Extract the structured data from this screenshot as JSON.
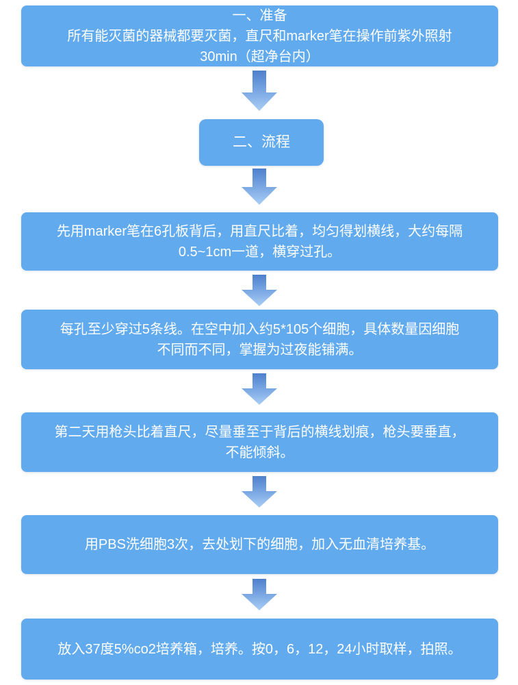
{
  "colors": {
    "box_fill": "#62aaee",
    "text": "#ffffff",
    "arrow_top": "#4d80cc",
    "arrow_mid": "#78a5e2",
    "arrow_bottom": "#a9cef5"
  },
  "flowchart": {
    "steps": [
      {
        "id": "preparation",
        "lines": [
          "一、准备",
          "所有能灭菌的器械都要灭菌，直尺和marker笔在操作前紫外照射",
          "30min（超净台内）"
        ]
      },
      {
        "id": "process",
        "lines": [
          "二、流程"
        ]
      },
      {
        "id": "draw-lines",
        "lines": [
          "先用marker笔在6孔板背后，用直尺比着，均匀得划横线，大约每隔",
          "0.5~1cm一道，横穿过孔。"
        ]
      },
      {
        "id": "seed-cells",
        "lines": [
          "每孔至少穿过5条线。在空中加入约5*105个细胞，具体数量因细胞",
          "不同而不同，掌握为过夜能铺满。"
        ]
      },
      {
        "id": "scratch",
        "lines": [
          "第二天用枪头比着直尺，尽量垂至于背后的横线划痕，枪头要垂直，",
          "不能倾斜。"
        ]
      },
      {
        "id": "wash",
        "lines": [
          "用PBS洗细胞3次，去处划下的细胞，加入无血清培养基。"
        ]
      },
      {
        "id": "incubate",
        "lines": [
          "放入37度5%co2培养箱，培养。按0，6，12，24小时取样，拍照。"
        ]
      }
    ]
  }
}
